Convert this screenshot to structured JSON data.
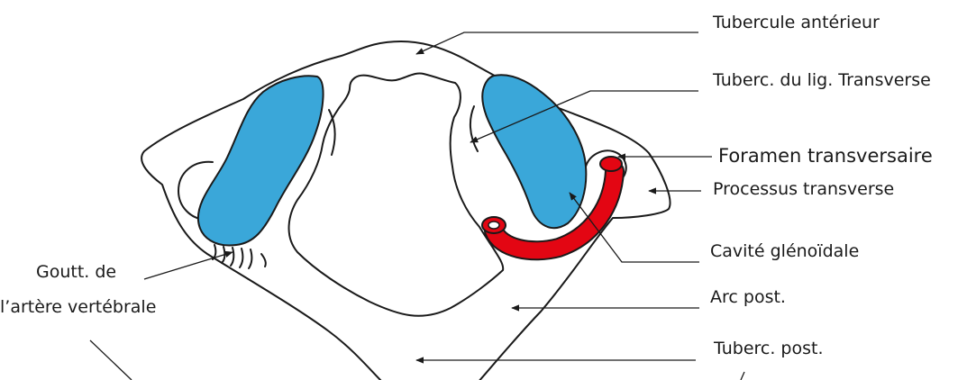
{
  "colors": {
    "facet": "#3aa7d9",
    "artery": "#e30613",
    "outline": "#1a1a1a",
    "background": "#ffffff"
  },
  "labels": {
    "tubercule_anterieur": "Tubercule antérieur",
    "tuberc_lig_transverse": "Tuberc. du lig. Transverse",
    "foramen_transversaire": "Foramen transversaire",
    "processus_transverse": "Processus transverse",
    "cavite_glenoidale": "Cavité glénoïdale",
    "arc_post": "Arc post.",
    "tuberc_post": "Tuberc. post.",
    "goutt_line1": "Goutt. de",
    "goutt_line2": "l’artère vertébrale"
  }
}
